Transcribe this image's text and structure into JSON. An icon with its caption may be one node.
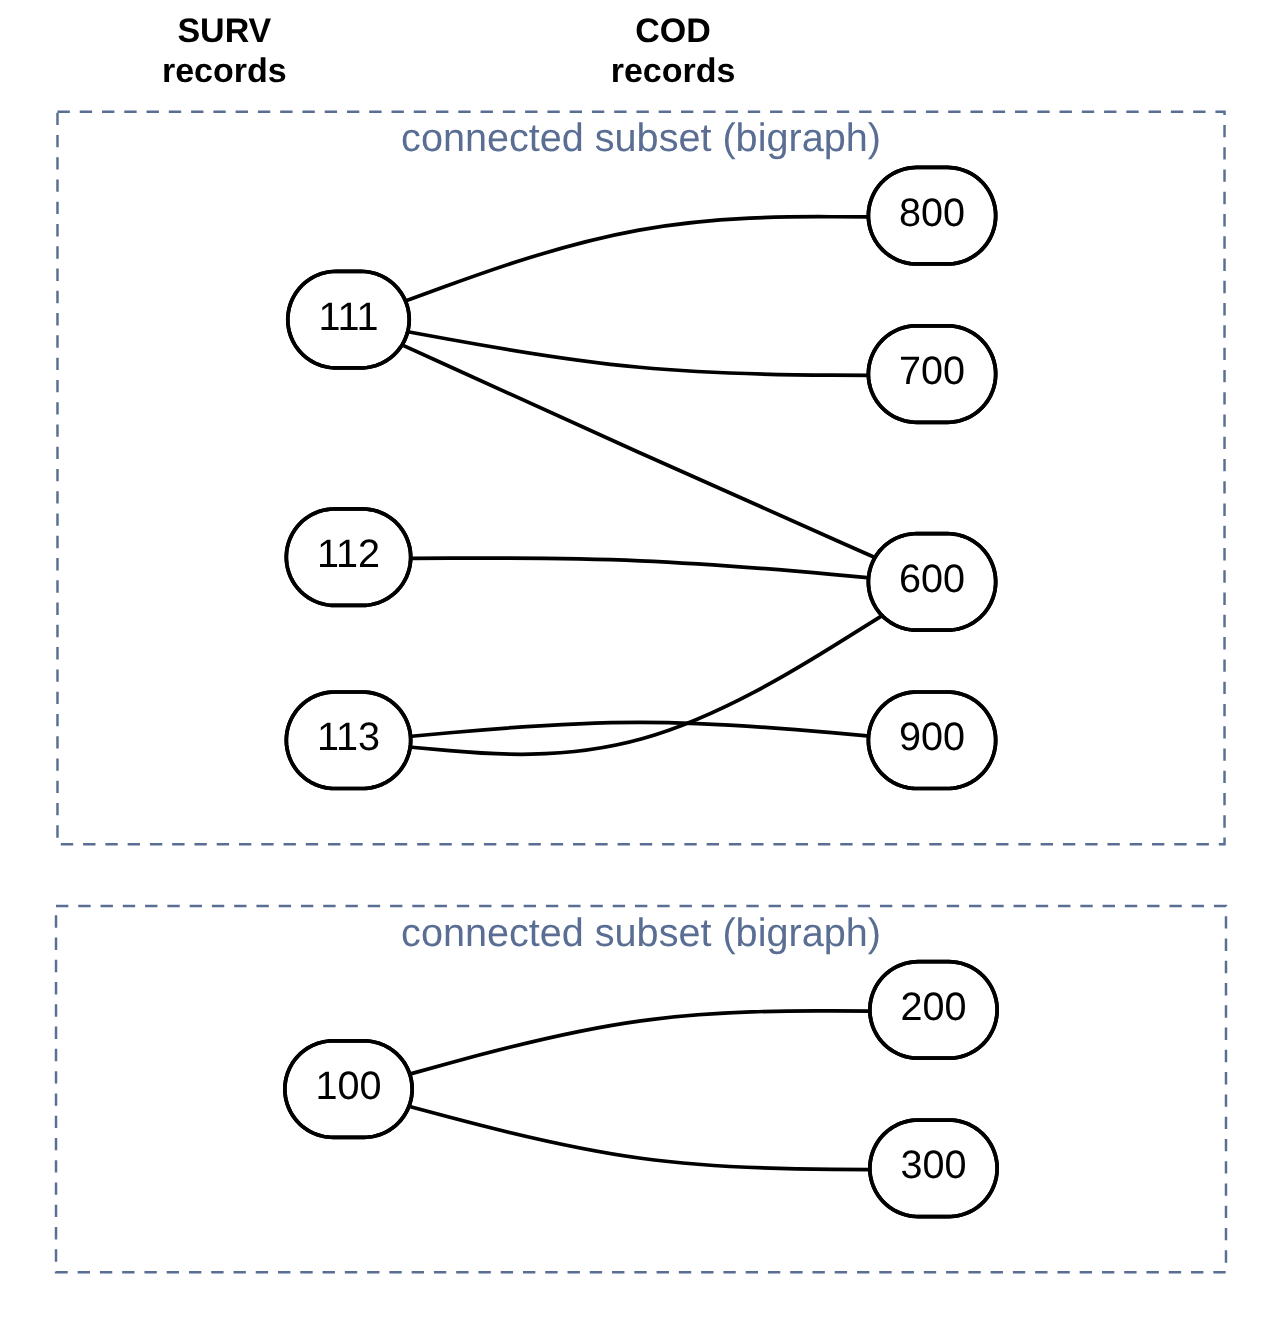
{
  "diagram": {
    "nodes": [
      {
        "text": [
          "connected subset (bigraph)"
        ]
      },
      {
        "text": [
          "100"
        ],
        "in": 0
      },
      {
        "text": [
          "200"
        ],
        "in": 0
      },
      {
        "text": [
          "300"
        ],
        "in": 0
      },
      {
        "text": [
          "connected subset (bigraph)"
        ]
      },
      {
        "text": [
          "111"
        ],
        "in": 4
      },
      {
        "text": [
          "112"
        ],
        "in": 4
      },
      {
        "text": [
          "113"
        ],
        "in": 4
      },
      {
        "text": [
          "600"
        ],
        "in": 4
      },
      {
        "text": [
          "700"
        ],
        "in": 4
      },
      {
        "text": [
          "800"
        ],
        "in": 4
      },
      {
        "text": [
          "900"
        ],
        "in": 4
      }
    ],
    "edges": [
      {
        "from": 1,
        "to": 2,
        "arrow": "none"
      },
      {
        "from": 1,
        "to": 3,
        "arrow": "none"
      },
      {
        "from": 5,
        "to": 8,
        "arrow": "none"
      },
      {
        "from": 5,
        "to": 9,
        "arrow": "none"
      },
      {
        "from": 5,
        "to": 10,
        "arrow": "none"
      },
      {
        "from": 6,
        "to": 8,
        "arrow": "none"
      },
      {
        "from": 7,
        "to": 8,
        "arrow": "none"
      },
      {
        "from": 7,
        "to": 11,
        "arrow": "none"
      }
    ],
    "labels": [
      "SURV records",
      "COD records"
    ]
  }
}
